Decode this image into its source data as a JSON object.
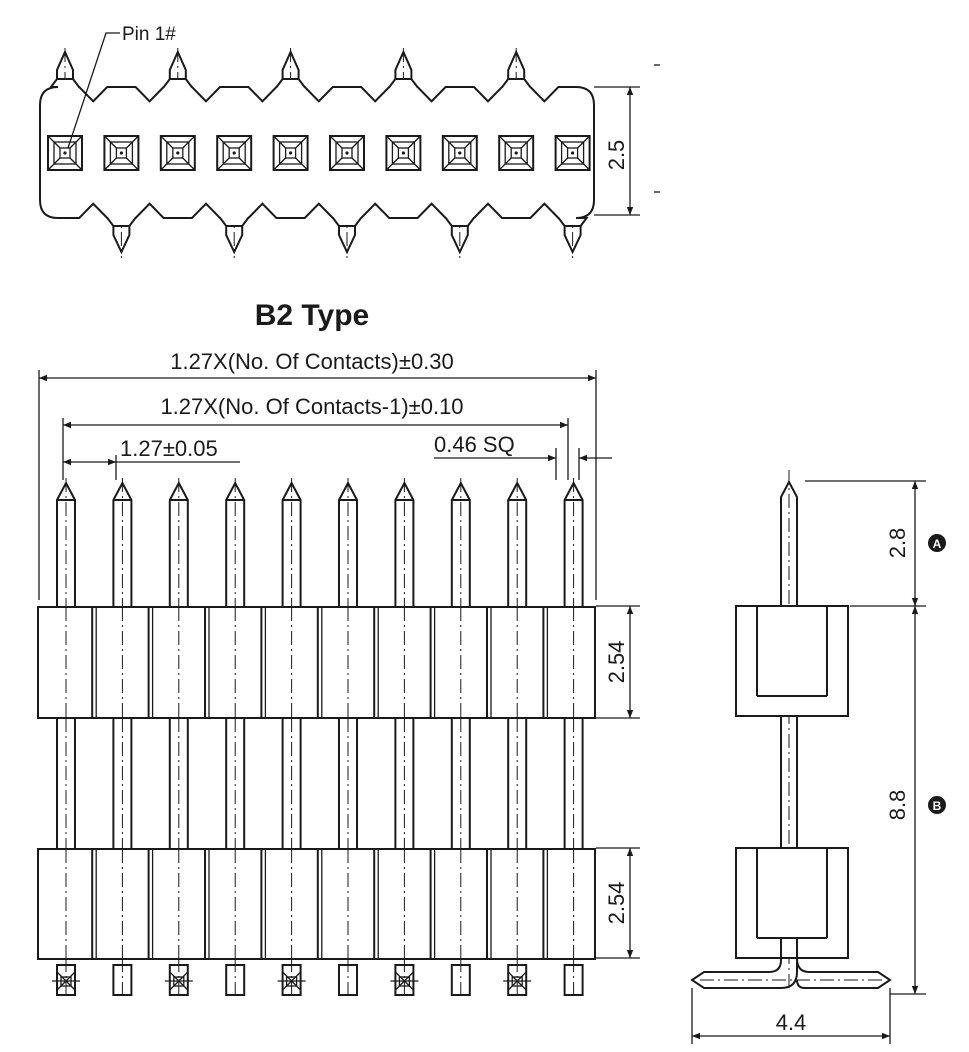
{
  "title": "B2 Type",
  "pin1_label": "Pin 1#",
  "top_view": {
    "height_label": "2.5",
    "pin_count": 10
  },
  "front_view": {
    "overall_label": "1.27X(No. Of Contacts)±0.30",
    "span_label": "1.27X(No. Of Contacts-1)±0.10",
    "pitch_label": "1.27±0.05",
    "pin_size_label": "0.46 SQ",
    "upper_body_label": "2.54",
    "lower_body_label": "2.54",
    "pin_count": 10
  },
  "side_view": {
    "dim_a_label": "2.8",
    "dim_a_marker": "A",
    "dim_b_label": "8.8",
    "dim_b_marker": "B",
    "width_label": "4.4"
  }
}
